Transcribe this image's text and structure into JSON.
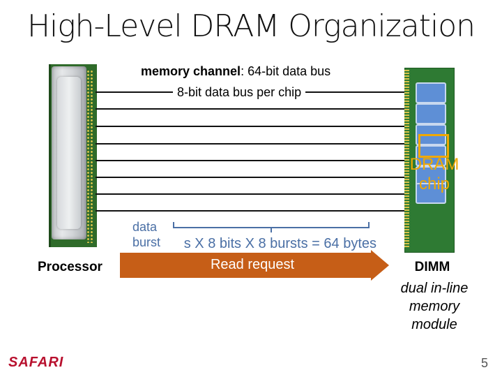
{
  "slide": {
    "title": "High-Level DRAM Organization",
    "page_number": "5",
    "logo": "SAFARI"
  },
  "processor": {
    "label": "Processor"
  },
  "bus": {
    "channel_bold": "memory channel",
    "channel_rest": ": 64-bit data bus",
    "chip_bus": "8-bit data bus per chip"
  },
  "dimm": {
    "title": "DIMM",
    "subtitle_line1": "dual in-line",
    "subtitle_line2": "memory",
    "subtitle_line3": "module",
    "dram_line1": "DRAM",
    "dram_line2": "chip"
  },
  "burst": {
    "label_line1": "data",
    "label_line2": "burst",
    "calculation": "s X 8 bits X 8 bursts = 64 bytes"
  },
  "read_request": {
    "label": "Read request"
  },
  "colors": {
    "accent_orange": "#c65e17",
    "dram_highlight": "#f0a800",
    "burst_blue": "#4a6fa5",
    "logo_red": "#b8102e"
  }
}
